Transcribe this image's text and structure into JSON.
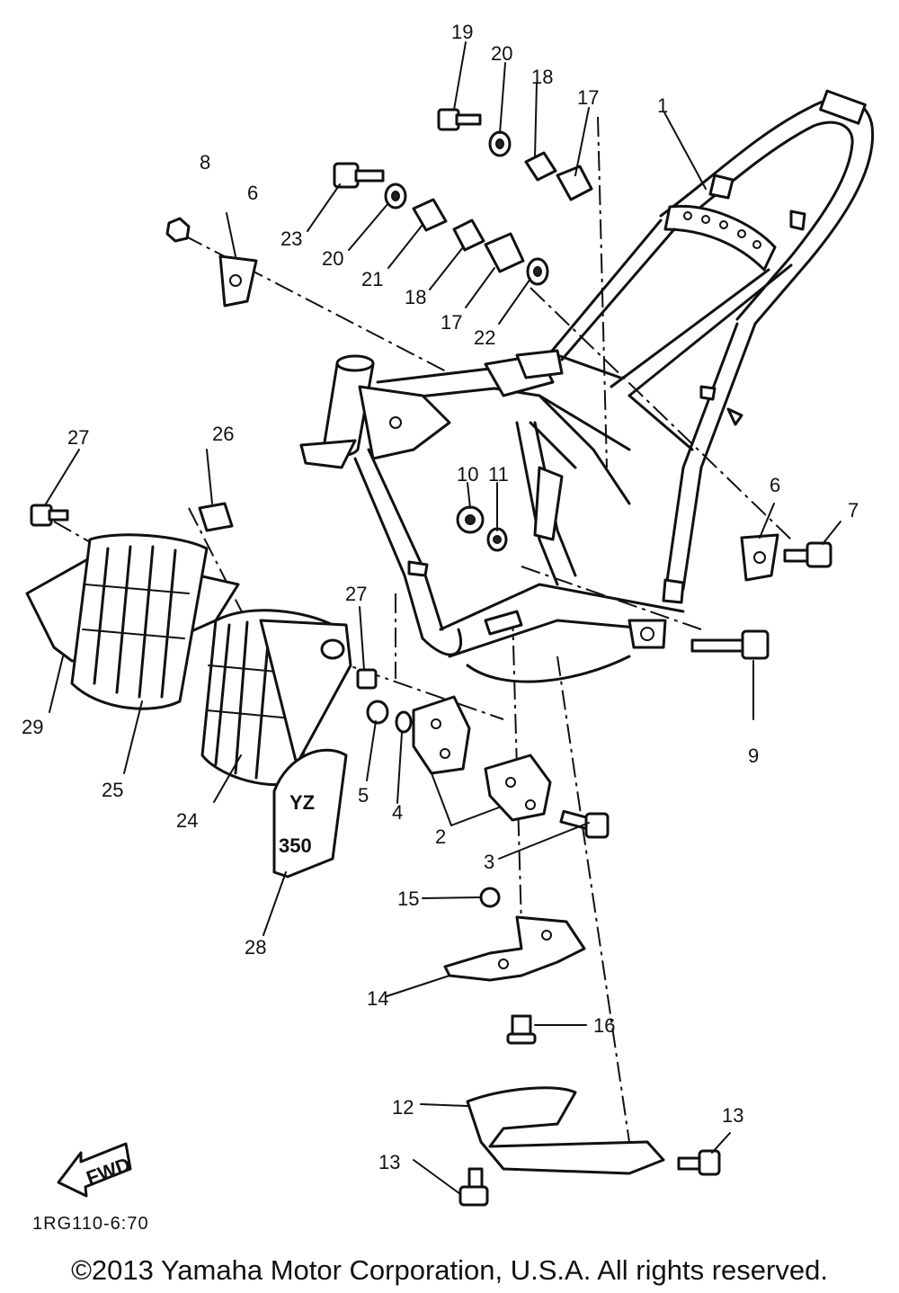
{
  "diagram": {
    "callouts": [
      "1",
      "2",
      "3",
      "4",
      "5",
      "6",
      "6",
      "7",
      "8",
      "9",
      "10",
      "11",
      "12",
      "13",
      "13",
      "14",
      "15",
      "16",
      "17",
      "17",
      "18",
      "18",
      "19",
      "20",
      "20",
      "21",
      "22",
      "23",
      "24",
      "25",
      "26",
      "27",
      "27",
      "28",
      "29"
    ],
    "decal_text": [
      "YZ",
      "350"
    ],
    "fwd_label": "FWD",
    "ref_code": "1RG110-6:70"
  },
  "footer": {
    "copyright": "©2013 Yamaha Motor Corporation, U.S.A. All rights reserved."
  }
}
